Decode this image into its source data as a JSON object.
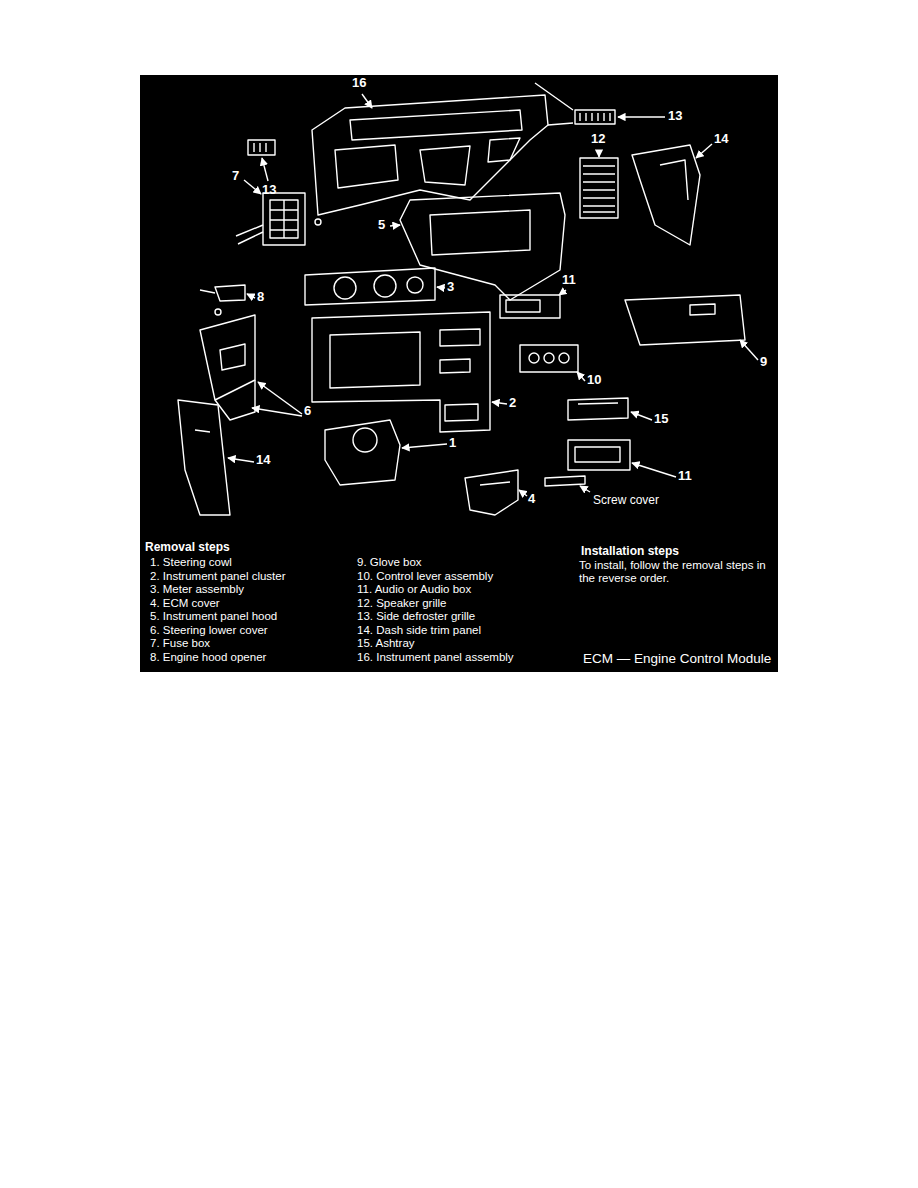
{
  "diagram": {
    "labels": [
      "16",
      "13",
      "13",
      "12",
      "14",
      "7",
      "5",
      "11",
      "8",
      "3",
      "9",
      "10",
      "6",
      "2",
      "15",
      "1",
      "14",
      "11",
      "4",
      "Screw cover",
      "Removal steps",
      "1. Steering cowl",
      "2. Instrument panel cluster",
      "3. Meter assembly",
      "4. ECM cover",
      "5. Instrument panel hood",
      "6. Steering lower cover",
      "7. Fuse box",
      "8. Engine hood opener",
      "9. Glove box",
      "10. Control lever assembly",
      "11. Audio or Audio box",
      "12. Speaker grille",
      "13. Side defroster grille",
      "14. Dash side trim panel",
      "15. Ashtray",
      "16. Instrument panel assembly",
      "Installation steps",
      "To install, follow the removal steps in the reverse order.",
      "ECM — Engine Control Module"
    ]
  }
}
